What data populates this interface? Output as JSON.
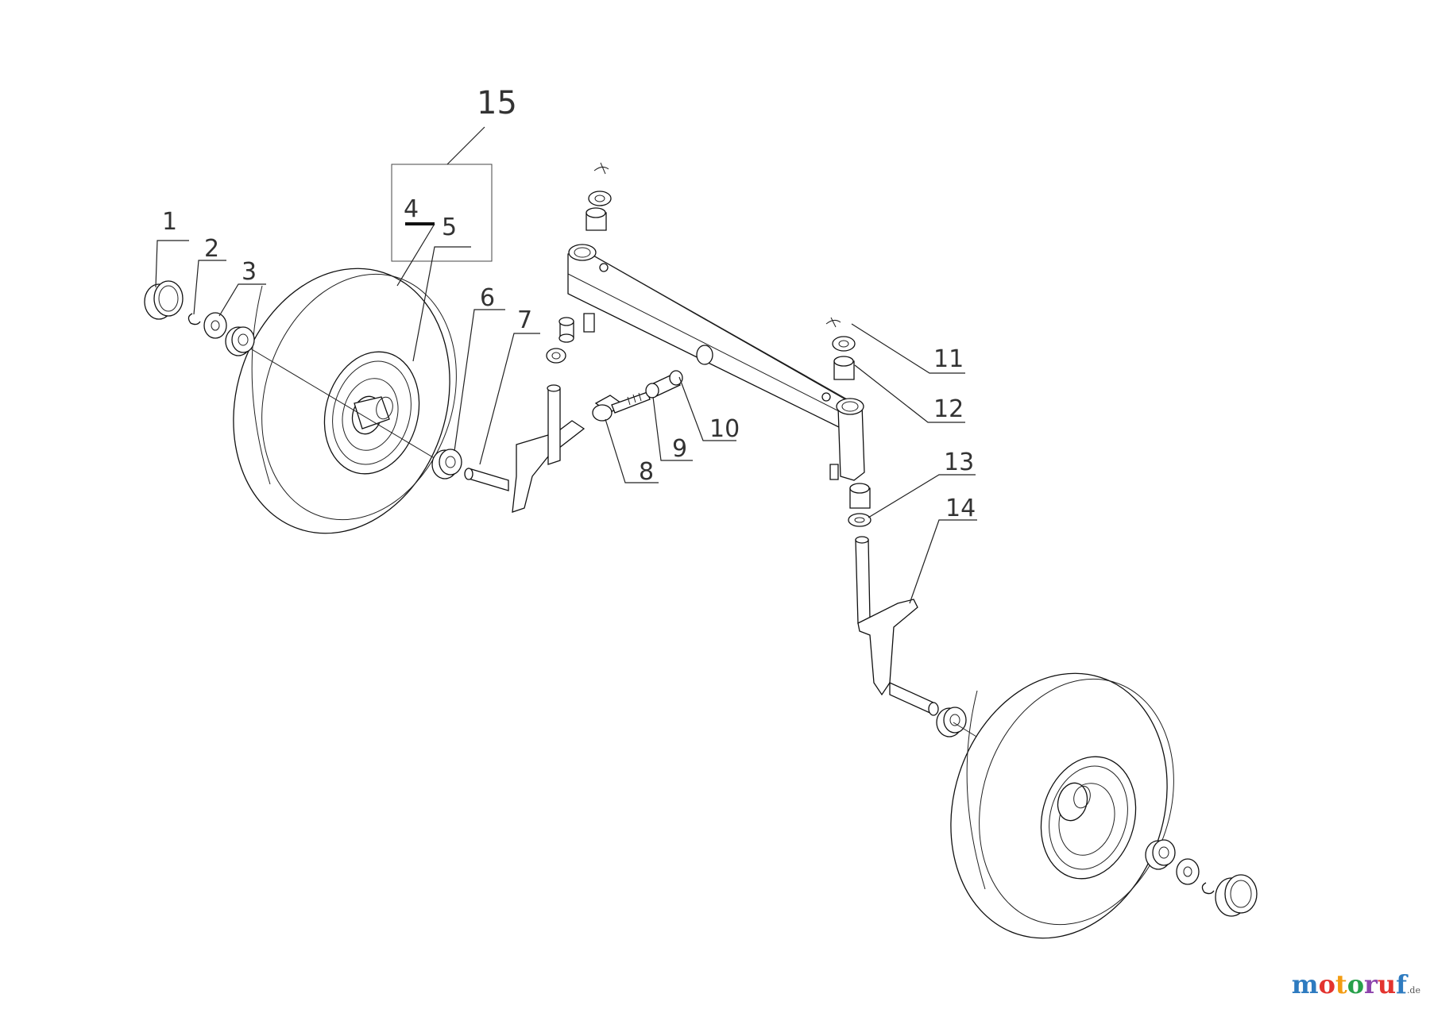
{
  "diagram": {
    "callouts": [
      {
        "id": "1",
        "label": "1"
      },
      {
        "id": "2",
        "label": "2"
      },
      {
        "id": "3",
        "label": "3"
      },
      {
        "id": "4",
        "label": "4"
      },
      {
        "id": "5",
        "label": "5"
      },
      {
        "id": "6",
        "label": "6"
      },
      {
        "id": "7",
        "label": "7"
      },
      {
        "id": "8",
        "label": "8"
      },
      {
        "id": "9",
        "label": "9"
      },
      {
        "id": "10",
        "label": "10"
      },
      {
        "id": "11",
        "label": "11"
      },
      {
        "id": "12",
        "label": "12"
      },
      {
        "id": "13",
        "label": "13"
      },
      {
        "id": "14",
        "label": "14"
      },
      {
        "id": "15",
        "label": "15"
      }
    ]
  },
  "watermark": {
    "text": "motoruf",
    "suffix": ".de",
    "letter_colors": [
      "#2e7bc0",
      "#e3342f",
      "#f39c12",
      "#27a04a",
      "#8e44ad",
      "#e3342f",
      "#2e7bc0"
    ]
  }
}
